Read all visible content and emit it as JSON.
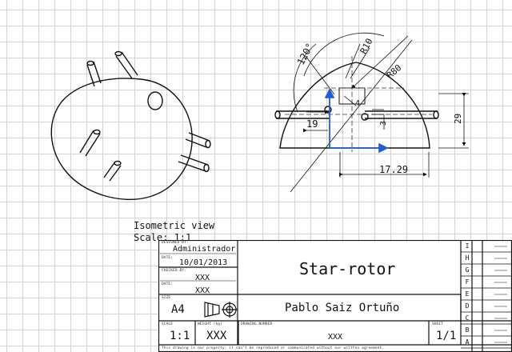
{
  "isometric_view": {
    "label": "Isometric view",
    "scale": "Scale: 1:1"
  },
  "dimensions": {
    "angle": "120°",
    "radius_small": "R10",
    "radius_large": "R80",
    "width_19": "19",
    "hole_4": "4",
    "offset_3": "3",
    "height_29": "29",
    "length_1729": "17.29"
  },
  "title_block": {
    "designed_by_label": "DESIGNED BY:",
    "designed_by": "Administrador",
    "date_label": "DATE:",
    "date": "10/01/2013",
    "checked_by_label": "CHECKED BY:",
    "checked_by": "XXX",
    "date2_label": "DATE:",
    "date2": "XXX",
    "size_label": "SIZE",
    "size": "A4",
    "title": "Star-rotor",
    "author": "Pablo Saiz Ortuño",
    "scale_label": "SCALE",
    "scale": "1:1",
    "weight_label": "WEIGHT (kg)",
    "weight": "XXX",
    "drawing_number_label": "DRAWING NUMBER",
    "drawing_number": "XXX",
    "sheet_label": "SHEET",
    "sheet": "1/1",
    "footer": "This drawing is our property; it can't be reproduced or communicated without our written agreement.",
    "revisions": [
      "I",
      "H",
      "G",
      "F",
      "E",
      "D",
      "C",
      "B",
      "A"
    ]
  }
}
